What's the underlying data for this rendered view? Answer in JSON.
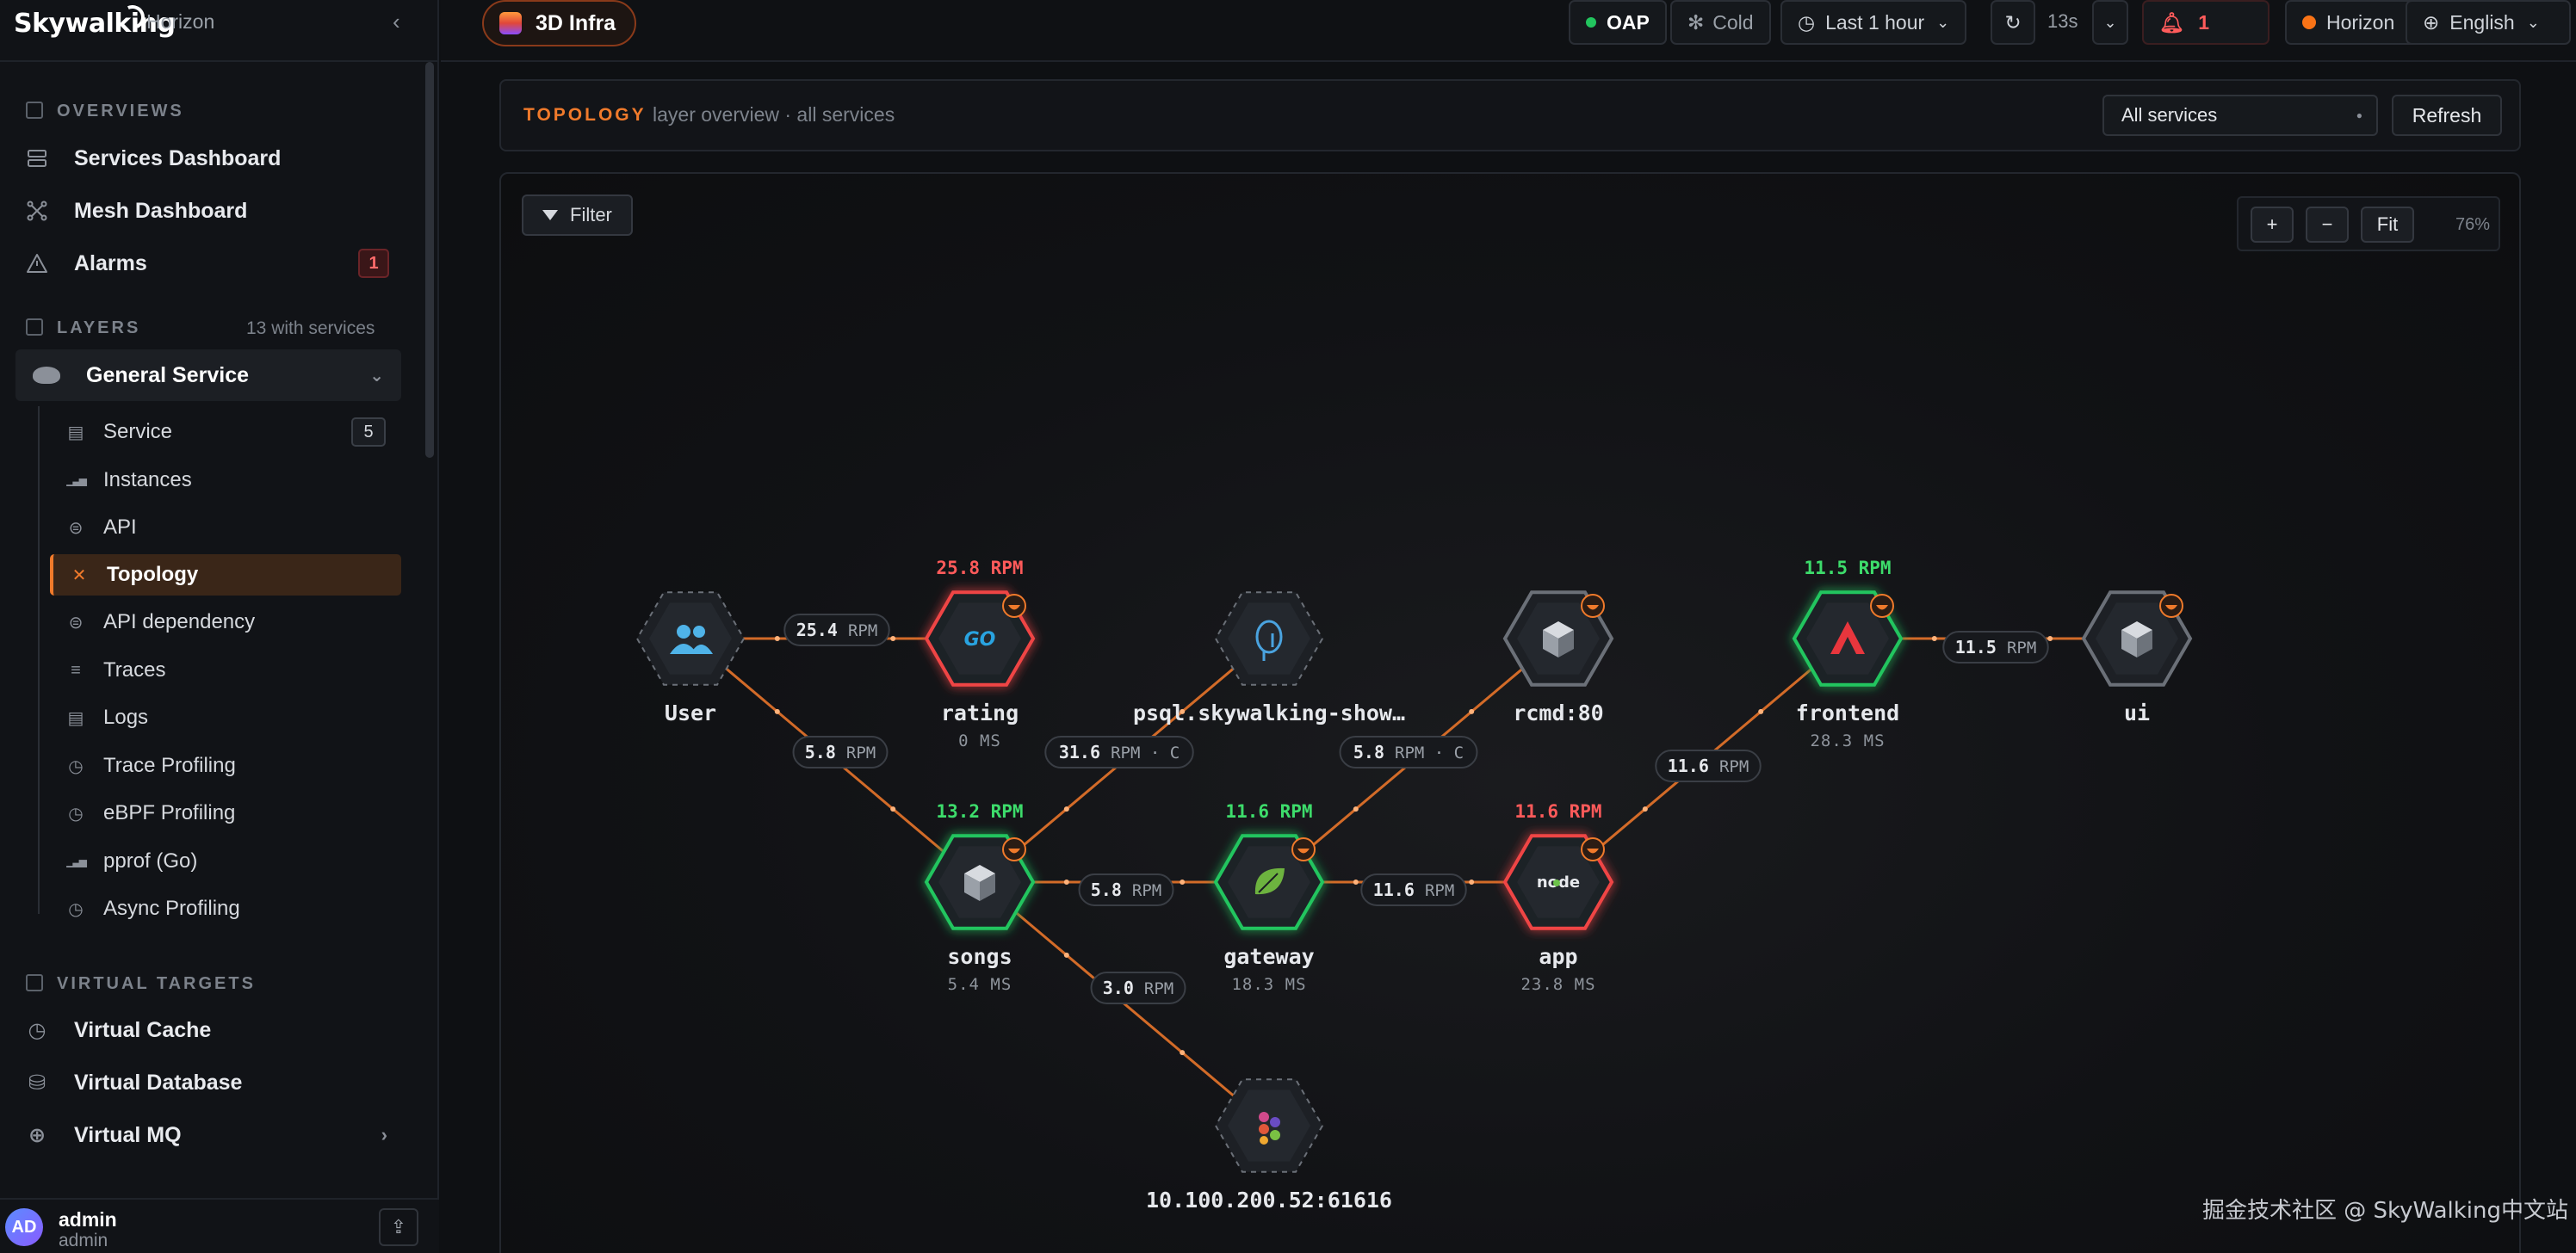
{
  "brand": {
    "logo_text": "Skywalking",
    "workspace": "Horizon",
    "collapse_glyph": "‹"
  },
  "sidebar": {
    "overviews_title": "OVERVIEWS",
    "overviews": [
      {
        "label": "Services Dashboard",
        "icon": "server-icon"
      },
      {
        "label": "Mesh Dashboard",
        "icon": "mesh-icon"
      },
      {
        "label": "Alarms",
        "icon": "alert-icon",
        "badge": "1"
      }
    ],
    "layers_title": "LAYERS",
    "layers_meta": "13 with services",
    "general_service": {
      "label": "General Service",
      "chevron": "⌄"
    },
    "general_items": [
      {
        "label": "Service",
        "badge": "5",
        "glyph": "▤"
      },
      {
        "label": "Instances",
        "glyph": "▁▃▅"
      },
      {
        "label": "API",
        "glyph": "⊜"
      },
      {
        "label": "Topology",
        "glyph": "✕",
        "active": true
      },
      {
        "label": "API dependency",
        "glyph": "⊜"
      },
      {
        "label": "Traces",
        "glyph": "≡"
      },
      {
        "label": "Logs",
        "glyph": "▤"
      },
      {
        "label": "Trace Profiling",
        "glyph": "◷"
      },
      {
        "label": "eBPF Profiling",
        "glyph": "◷"
      },
      {
        "label": "pprof (Go)",
        "glyph": "▁▃▅"
      },
      {
        "label": "Async Profiling",
        "glyph": "◷"
      }
    ],
    "virtual_title": "VIRTUAL TARGETS",
    "virtual_items": [
      {
        "label": "Virtual Cache",
        "glyph": "◷"
      },
      {
        "label": "Virtual Database",
        "glyph": "⛁"
      },
      {
        "label": "Virtual MQ",
        "glyph": "⊕",
        "chevron": "›"
      }
    ],
    "user": {
      "initials": "AD",
      "name": "admin",
      "role": "admin",
      "logout_glyph": "⇪"
    }
  },
  "topbar": {
    "layer": "3D Infra",
    "oap": "OAP",
    "cold": "Cold",
    "time_range": "Last 1 hour",
    "refresh_interval": "13s",
    "alerts": "1",
    "workspace": "Horizon",
    "language": "English",
    "colors": {
      "ok": "#22c55e",
      "warn": "#f97316",
      "alert": "#ef4444"
    }
  },
  "topology": {
    "label": "TOPOLOGY",
    "subtitle": "layer overview · all services",
    "select_value": "All services",
    "refresh_label": "Refresh",
    "filter_label": "Filter",
    "zoom": {
      "in": "+",
      "out": "−",
      "fit": "Fit",
      "level": "76%"
    },
    "colors": {
      "healthy": "#22c55e",
      "critical": "#ef4444",
      "neutral": "#6b7078",
      "edge": "#e8742a"
    },
    "nodes": [
      {
        "id": "user",
        "label": "User",
        "icon": "users-icon",
        "style": "dashed"
      },
      {
        "id": "rating",
        "label": "rating",
        "icon": "go-icon",
        "style": "critical",
        "rpm": "25.8 RPM",
        "latency": "0 MS"
      },
      {
        "id": "psql",
        "label": "psql.skywalking-show…",
        "icon": "postgres-icon",
        "style": "dashed"
      },
      {
        "id": "rcmd",
        "label": "rcmd:80",
        "icon": "cube-icon",
        "style": "neutral"
      },
      {
        "id": "frontend",
        "label": "frontend",
        "icon": "angular-icon",
        "style": "healthy",
        "rpm": "11.5 RPM",
        "latency": "28.3 MS"
      },
      {
        "id": "ui",
        "label": "ui",
        "icon": "cube-icon",
        "style": "neutral"
      },
      {
        "id": "songs",
        "label": "songs",
        "icon": "cube-icon",
        "style": "healthy",
        "rpm": "13.2 RPM",
        "latency": "5.4 MS"
      },
      {
        "id": "gateway",
        "label": "gateway",
        "icon": "spring-icon",
        "style": "healthy",
        "rpm": "11.6 RPM",
        "latency": "18.3 MS"
      },
      {
        "id": "app",
        "label": "app",
        "icon": "node-icon",
        "style": "critical",
        "rpm": "11.6 RPM",
        "latency": "23.8 MS"
      },
      {
        "id": "broker",
        "label": "10.100.200.52:61616",
        "icon": "broker-icon",
        "style": "dashed"
      }
    ],
    "edges": [
      {
        "from": "user",
        "to": "rating",
        "value": "25.4",
        "unit": "RPM"
      },
      {
        "from": "user",
        "to": "songs",
        "value": "5.8",
        "unit": "RPM"
      },
      {
        "from": "songs",
        "to": "psql",
        "value": "31.6",
        "unit": "RPM · C"
      },
      {
        "from": "gateway",
        "to": "rcmd",
        "value": "5.8",
        "unit": "RPM · C"
      },
      {
        "from": "app",
        "to": "frontend",
        "value": "11.6",
        "unit": "RPM"
      },
      {
        "from": "frontend",
        "to": "ui",
        "value": "11.5",
        "unit": "RPM"
      },
      {
        "from": "songs",
        "to": "gateway",
        "value": "5.8",
        "unit": "RPM"
      },
      {
        "from": "gateway",
        "to": "app",
        "value": "11.6",
        "unit": "RPM"
      },
      {
        "from": "songs",
        "to": "broker",
        "value": "3.0",
        "unit": "RPM"
      }
    ]
  },
  "watermark": "掘金技术社区 @ SkyWalking中文站"
}
